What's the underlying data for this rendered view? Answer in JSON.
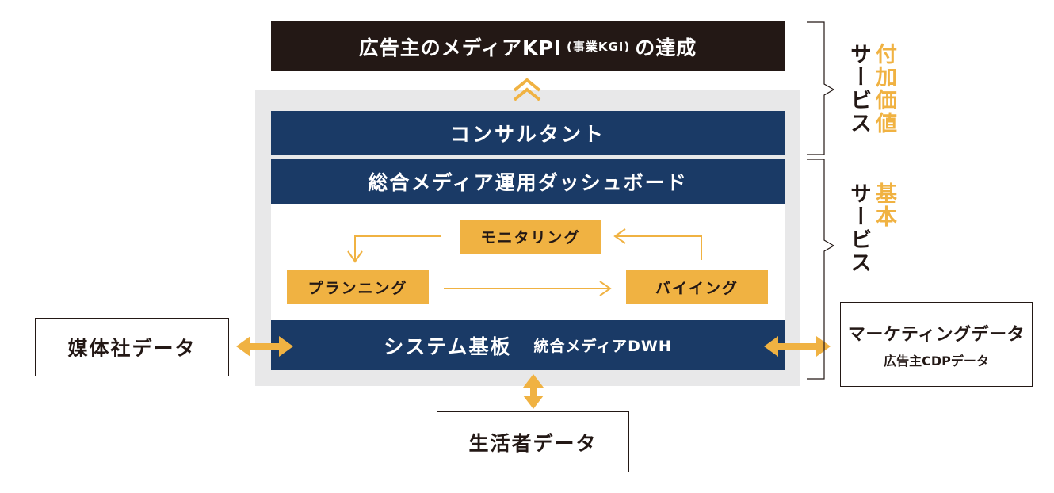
{
  "top_banner": {
    "before": "広告主のメディアKPI",
    "paren": "(事業KGI)",
    "after": "の達成"
  },
  "service_labels": {
    "added_value": {
      "orange": "付加価値",
      "black": "サービス"
    },
    "basic": {
      "orange": "基本",
      "black": "サービス"
    }
  },
  "bars": {
    "consultant": "コンサルタント",
    "dashboard": "総合メディア運用ダッシュボード",
    "system_main": "システム基板",
    "system_sub": "統合メディアDWH"
  },
  "cycle": {
    "monitoring": "モニタリング",
    "planning": "プランニング",
    "buying": "バイイング"
  },
  "external": {
    "media": "媒体社データ",
    "consumer": "生活者データ",
    "marketing_line1": "マーケティングデータ",
    "marketing_line2": "広告主CDPデータ"
  },
  "colors": {
    "navy": "#1a3a66",
    "black": "#231815",
    "orange": "#f0b242",
    "frame_gray": "#e8e8e9"
  }
}
